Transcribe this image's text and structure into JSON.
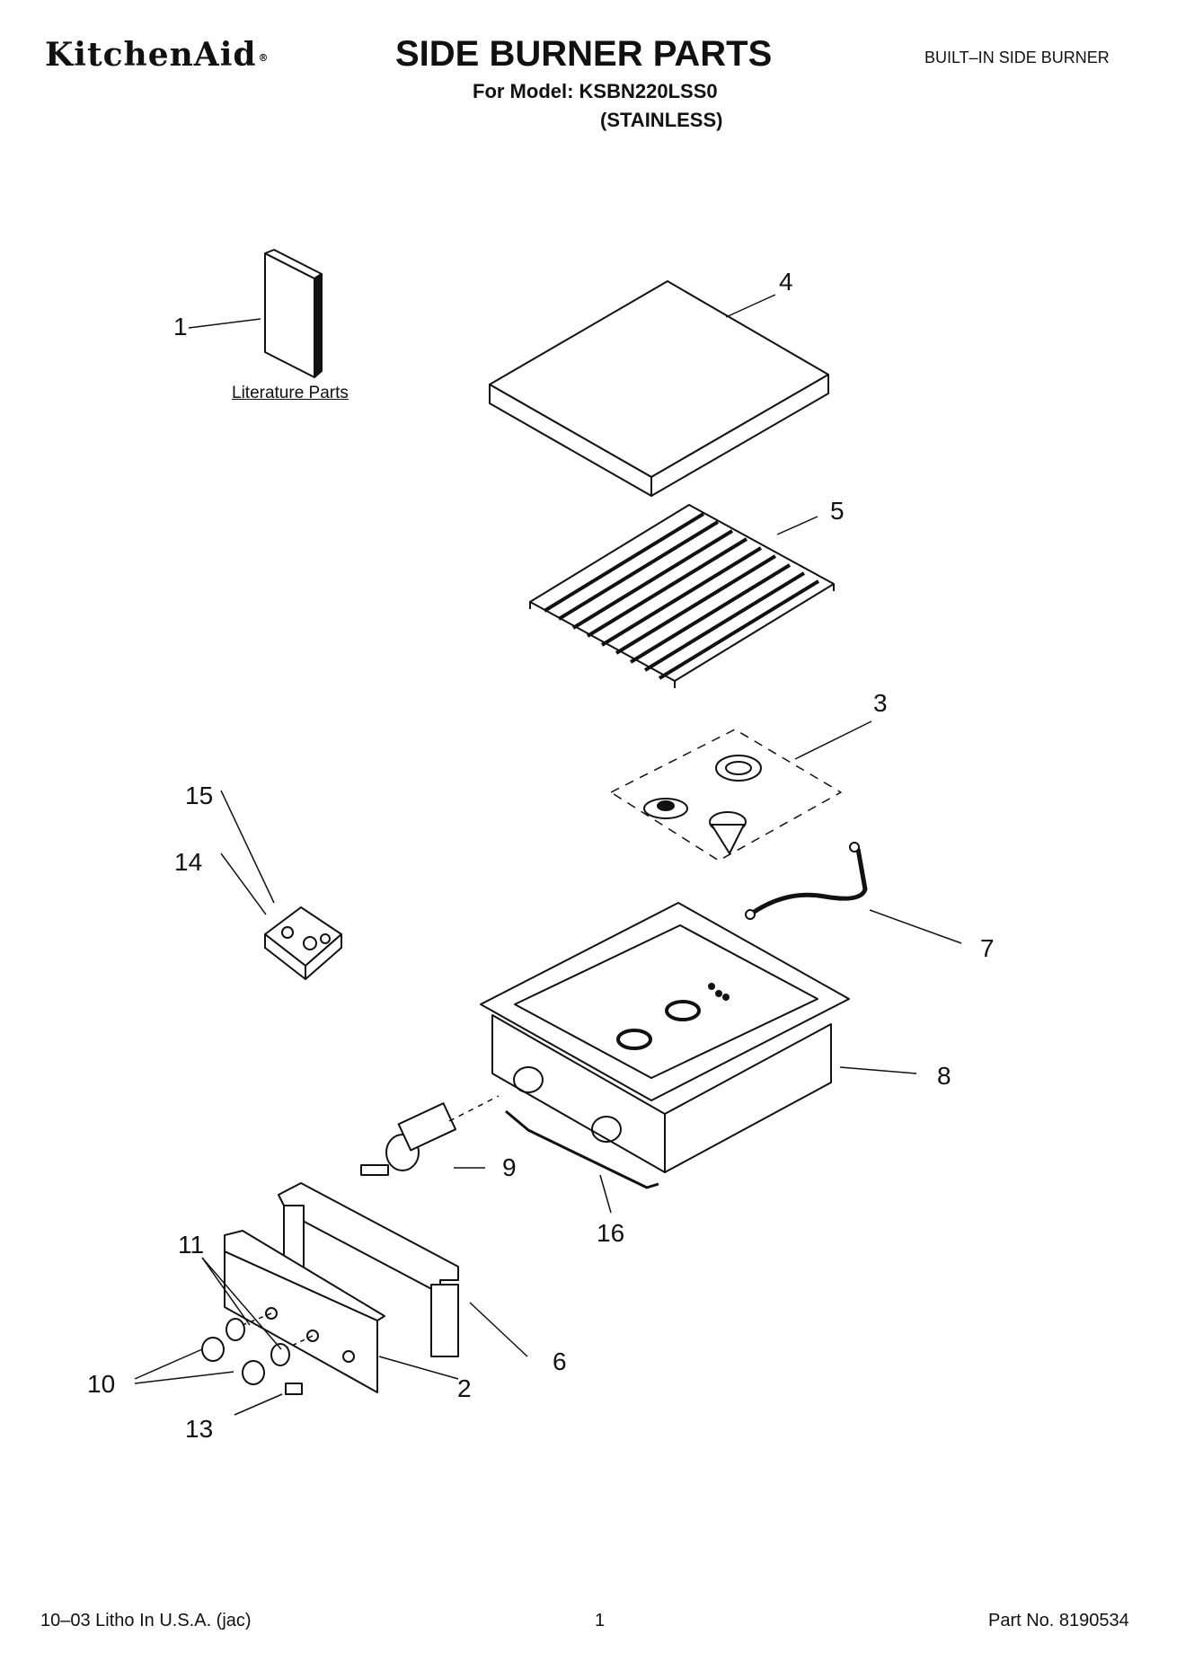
{
  "header": {
    "brand": "KitchenAid",
    "brand_mark": "®",
    "title": "SIDE BURNER PARTS",
    "model_line": "For Model: KSBN220LSS0",
    "variant": "(STAINLESS)",
    "product_type": "BUILT–IN SIDE BURNER"
  },
  "diagram": {
    "literature_label": "Literature Parts",
    "callouts": [
      "1",
      "4",
      "5",
      "3",
      "15",
      "14",
      "7",
      "8",
      "9",
      "16",
      "11",
      "6",
      "10",
      "2",
      "13"
    ]
  },
  "footer": {
    "print_info": "10–03 Litho In U.S.A. (jac)",
    "page_number": "1",
    "part_number": "Part No. 8190534"
  },
  "colors": {
    "ink": "#111111",
    "paper": "#ffffff"
  }
}
